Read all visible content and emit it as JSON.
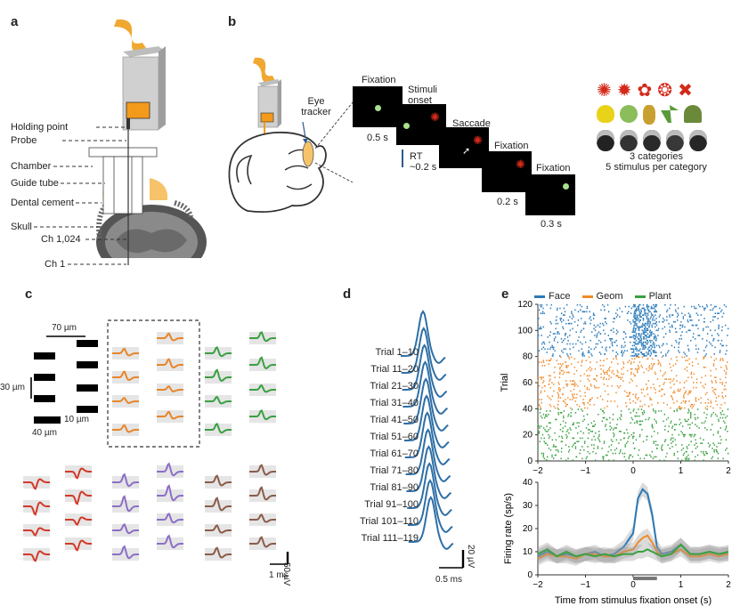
{
  "panels": {
    "a": "a",
    "b": "b",
    "c": "c",
    "d": "d",
    "e": "e"
  },
  "panel_a": {
    "labels": [
      "Holding point",
      "Probe",
      "Chamber",
      "Guide tube",
      "Dental cement",
      "Skull",
      "Ch 1,024",
      "Ch 1"
    ]
  },
  "panel_b": {
    "eye_tracker": "Eye tracker",
    "steps": {
      "fixation1": "Fixation",
      "stim_onset": "Stimuli onset",
      "saccade": "Saccade",
      "fixation2": "Fixation",
      "fixation3": "Fixation"
    },
    "times": {
      "t1": "0.5 s",
      "rt": "RT ~0.2 s",
      "t2": "0.2 s",
      "t3": "0.3 s"
    },
    "categories_line1": "3 categories",
    "categories_line2": "5 stimulus per category"
  },
  "panel_c": {
    "dim_70": "70 µm",
    "dim_30": "30 µm",
    "dim_10": "10 µm",
    "dim_40": "40 µm",
    "scale_v": "50 µV",
    "scale_t": "1 ms",
    "colors": {
      "orange": "#e8862a",
      "green": "#3aa041",
      "red": "#d23a2a",
      "purple": "#8c6ec6",
      "brown": "#8a5c4a"
    }
  },
  "panel_d": {
    "trials": [
      "Trial 1–10",
      "Trial 11–20",
      "Trial 21–30",
      "Trial 31–40",
      "Trial 41–50",
      "Trial 51–60",
      "Trial 61–70",
      "Trial 71–80",
      "Trial 81–90",
      "Trial 91–100",
      "Trial 101–110",
      "Trial 111–119"
    ],
    "scale_v": "20 µV",
    "scale_t": "0.5 ms",
    "color": "#2f6fa6"
  },
  "panel_e": {
    "legend": [
      {
        "name": "Face",
        "color": "#2a7ab8"
      },
      {
        "name": "Geom",
        "color": "#f08a2a"
      },
      {
        "name": "Plant",
        "color": "#3aa041"
      }
    ],
    "xlabel": "Time from stimulus fixation onset (s)"
  },
  "chart_data": [
    {
      "type": "scatter",
      "ylabel": "Trial",
      "xlim": [
        -2,
        2
      ],
      "ylim": [
        0,
        120
      ],
      "xticks": [
        -2,
        -1,
        0,
        1,
        2
      ],
      "yticks": [
        0,
        20,
        40,
        60,
        80,
        100,
        120
      ],
      "series": [
        {
          "name": "Face",
          "trial_range": [
            80,
            120
          ],
          "response_window": [
            0,
            0.5
          ]
        },
        {
          "name": "Geom",
          "trial_range": [
            40,
            80
          ]
        },
        {
          "name": "Plant",
          "trial_range": [
            0,
            40
          ]
        }
      ]
    },
    {
      "type": "line",
      "ylabel": "Firing rate (sp/s)",
      "xlabel": "Time from stimulus fixation onset (s)",
      "xlim": [
        -2,
        2
      ],
      "ylim": [
        0,
        40
      ],
      "xticks": [
        -2,
        -1,
        0,
        1,
        2
      ],
      "yticks": [
        0,
        10,
        20,
        30,
        40
      ],
      "x": [
        -2,
        -1.8,
        -1.6,
        -1.4,
        -1.2,
        -1.0,
        -0.8,
        -0.6,
        -0.4,
        -0.2,
        0,
        0.1,
        0.2,
        0.3,
        0.4,
        0.5,
        0.6,
        0.8,
        1.0,
        1.2,
        1.4,
        1.6,
        1.8,
        2.0
      ],
      "series": [
        {
          "name": "Face",
          "values": [
            8,
            10,
            8,
            9,
            8,
            9,
            10,
            8,
            9,
            12,
            18,
            33,
            37,
            35,
            26,
            12,
            9,
            10,
            13,
            9,
            9,
            10,
            9,
            9
          ]
        },
        {
          "name": "Geom",
          "values": [
            7,
            9,
            8,
            8,
            7,
            9,
            9,
            8,
            8,
            10,
            11,
            14,
            16,
            17,
            14,
            10,
            8,
            9,
            11,
            8,
            8,
            9,
            8,
            9
          ]
        },
        {
          "name": "Plant",
          "values": [
            9,
            11,
            8,
            10,
            8,
            9,
            8,
            9,
            8,
            9,
            9,
            10,
            10,
            11,
            10,
            9,
            8,
            9,
            13,
            9,
            9,
            10,
            9,
            10
          ]
        }
      ]
    }
  ]
}
